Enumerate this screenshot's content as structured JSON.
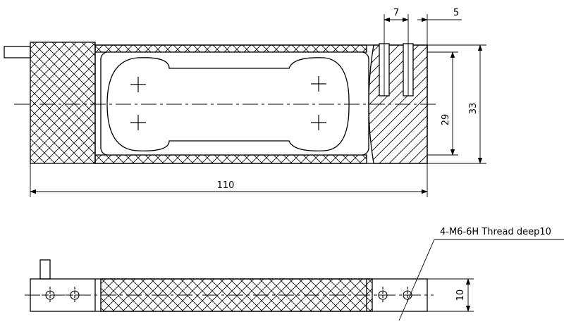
{
  "drawing": {
    "dimensions": {
      "length": "110",
      "height_outer": "33",
      "height_inner": "29",
      "thickness": "10",
      "hole_spacing": "7",
      "edge_offset": "5"
    },
    "callout": "4-M6-6H Thread deep10"
  },
  "colors": {
    "line": "#000000",
    "background": "#ffffff"
  }
}
